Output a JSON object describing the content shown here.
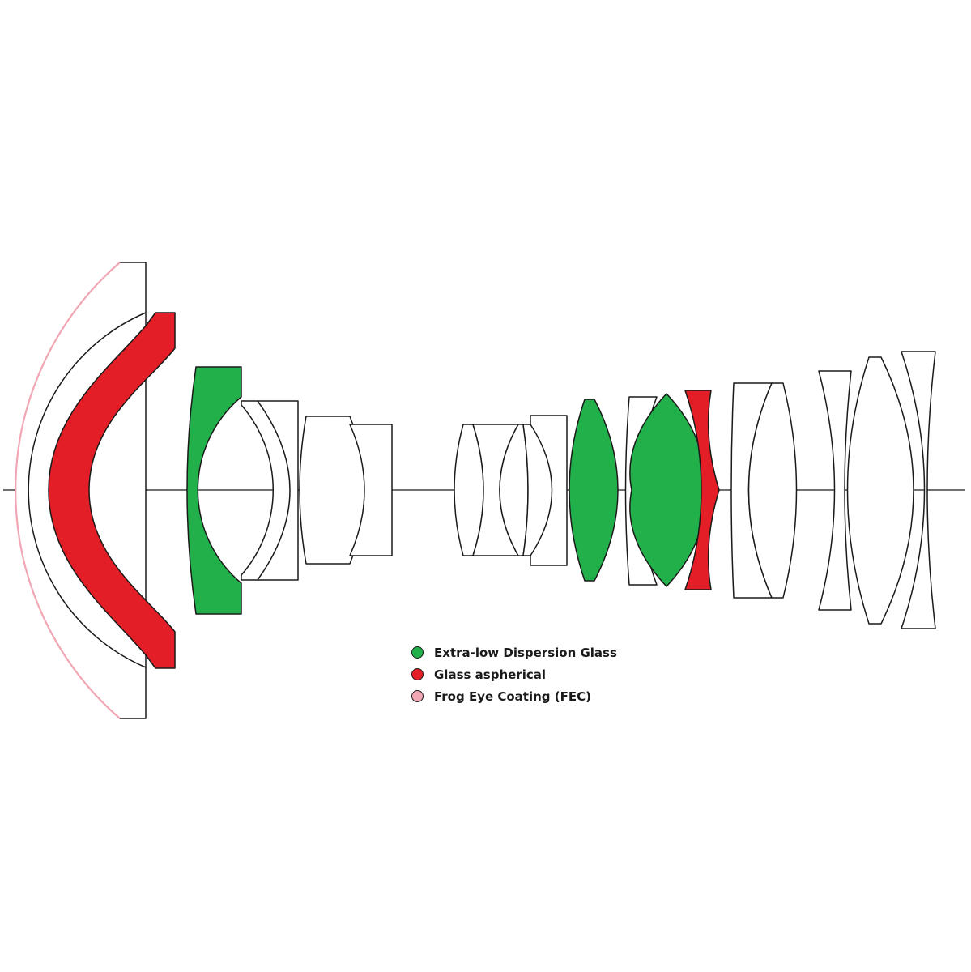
{
  "colors": {
    "ed_glass": "#22b04b",
    "aspherical": "#e31e26",
    "fec": "#f1a7b4",
    "plain": "#ffffff",
    "outline": "#1a1a1a"
  },
  "legend": [
    {
      "label": "Extra-low Dispersion Glass",
      "color": "#22b04b"
    },
    {
      "label": "Glass aspherical",
      "color": "#e31e26"
    },
    {
      "label": "Frog Eye Coating (FEC)",
      "color": "#f1a7b4"
    }
  ],
  "elements": [
    {
      "id": 1,
      "type": "plain",
      "coating": "FEC"
    },
    {
      "id": 2,
      "type": "aspherical"
    },
    {
      "id": 3,
      "type": "ed_glass"
    },
    {
      "id": 4,
      "type": "plain"
    },
    {
      "id": 5,
      "type": "plain"
    },
    {
      "id": 6,
      "type": "plain"
    },
    {
      "id": 7,
      "type": "plain"
    },
    {
      "id": 8,
      "type": "plain"
    },
    {
      "id": 9,
      "type": "plain"
    },
    {
      "id": 10,
      "type": "plain"
    },
    {
      "id": 11,
      "type": "ed_glass"
    },
    {
      "id": 12,
      "type": "plain"
    },
    {
      "id": 13,
      "type": "ed_glass"
    },
    {
      "id": 14,
      "type": "aspherical"
    },
    {
      "id": 15,
      "type": "plain"
    },
    {
      "id": 16,
      "type": "plain"
    },
    {
      "id": 17,
      "type": "plain"
    },
    {
      "id": 18,
      "type": "plain"
    },
    {
      "id": 19,
      "type": "plain"
    }
  ]
}
